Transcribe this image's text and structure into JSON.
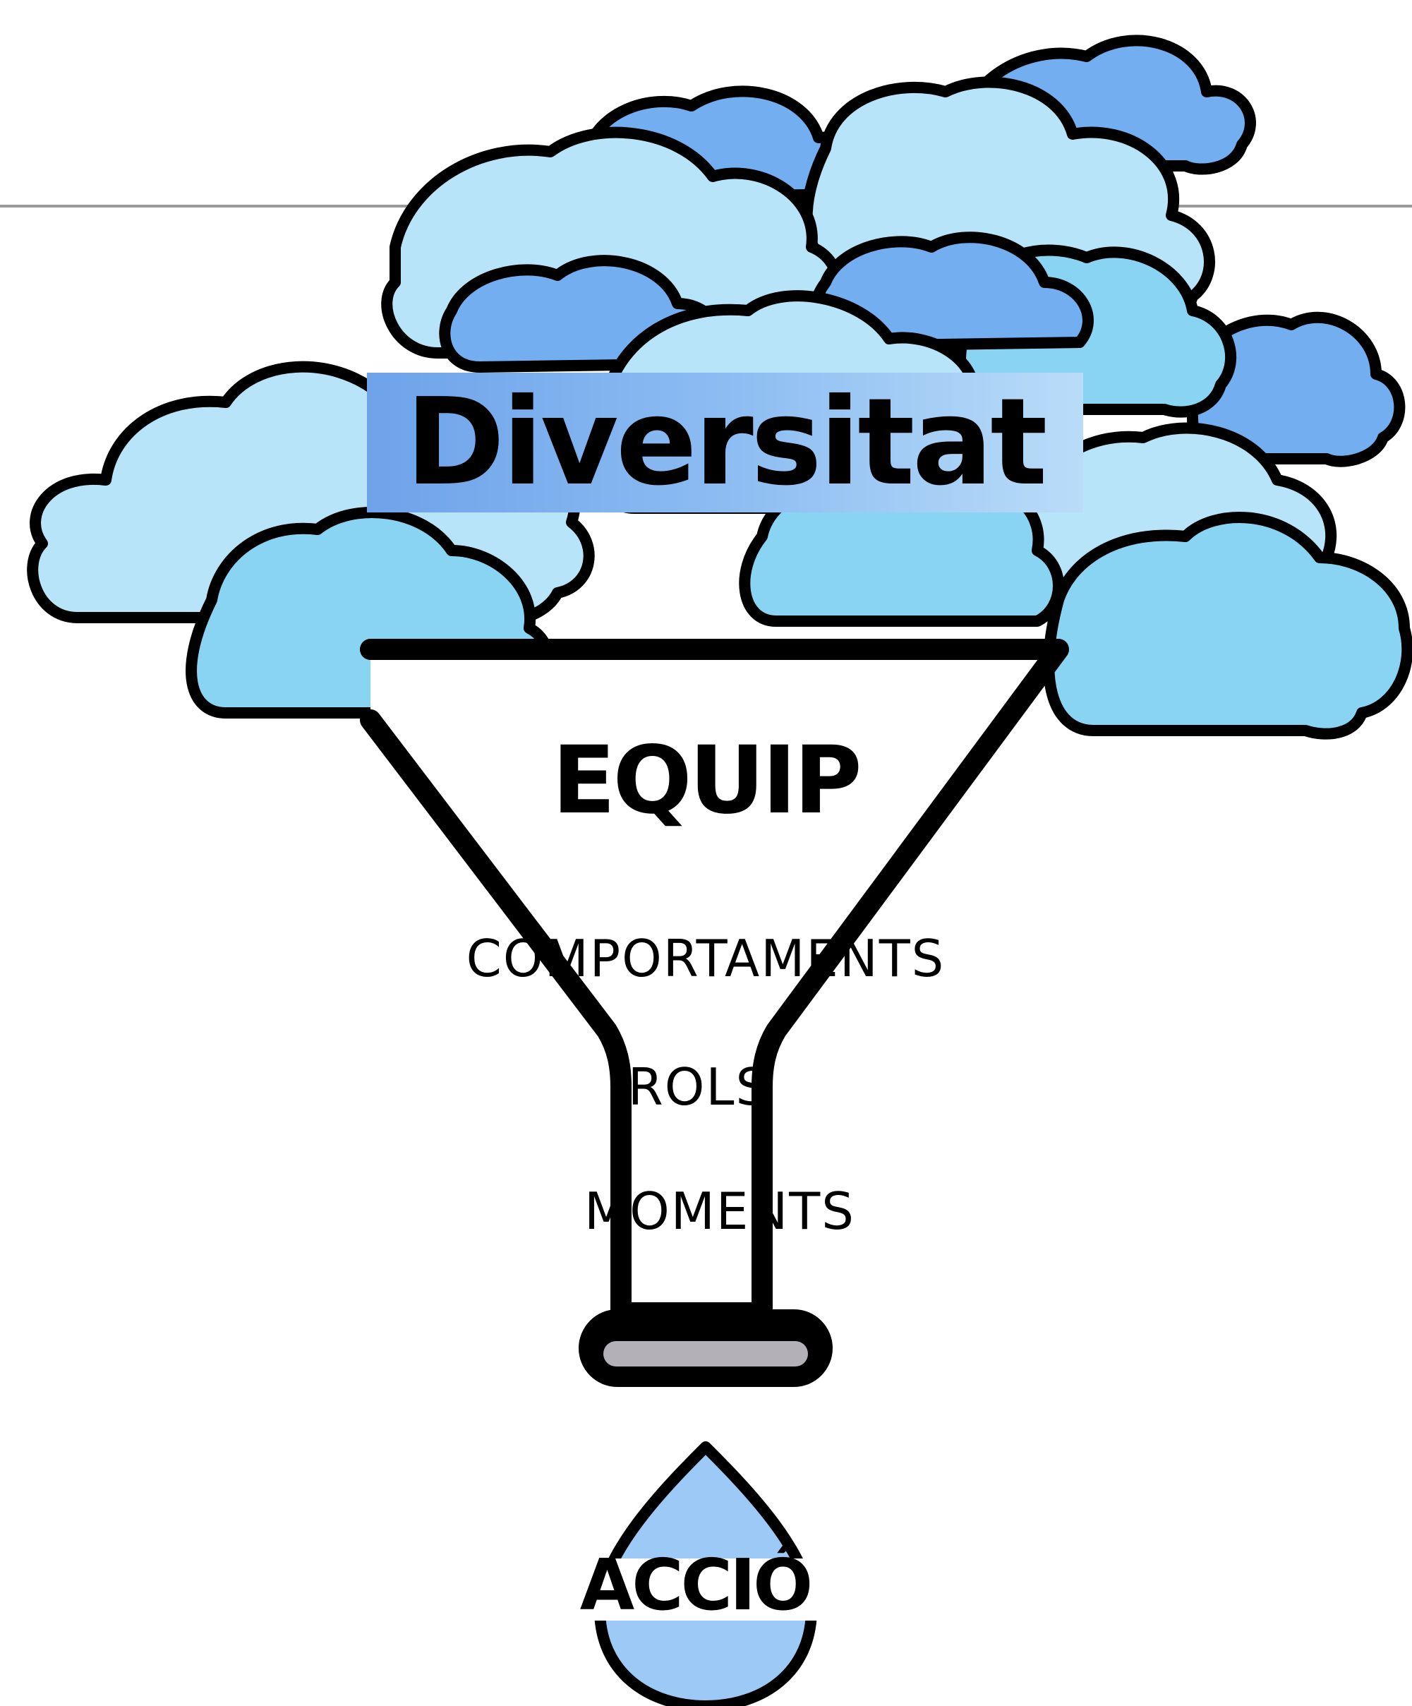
{
  "diagram": {
    "title": "Diversitat",
    "funnel_top_label": "EQUIP",
    "stages": [
      "COMPORTAMENTS",
      "ROLS",
      "MOMENTS"
    ],
    "output_label": "ACCIÓ"
  },
  "colors": {
    "cloud_light": "#b7e4f9",
    "cloud_mid": "#8ad4f3",
    "cloud_dark": "#72aef0",
    "outline": "#000000",
    "funnel_cap": "#b3b0b8",
    "drop_fill": "#9cc9f5"
  }
}
